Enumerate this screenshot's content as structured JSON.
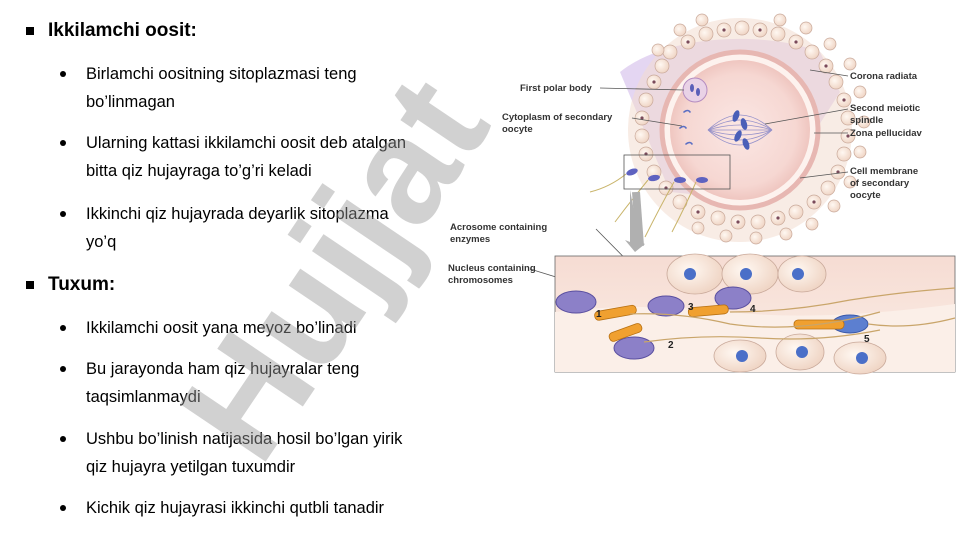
{
  "sections": [
    {
      "heading": "Ikkilamchi oosit:",
      "items": [
        "Birlamchi oositning sitoplazmasi teng bo’linmagan",
        "Ularning kattasi ikkilamchi oosit deb atalgan bitta qiz hujayraga to’g’ri keladi",
        "Ikkinchi qiz hujayrada deyarlik sitoplazma yo’q"
      ]
    },
    {
      "heading": "Tuxum:",
      "items": [
        "Ikkilamchi oosit yana meyoz bo’linadi",
        "Bu jarayonda ham qiz hujayralar teng taqsimlanmaydi",
        "Ushbu bo’linish natijasida hosil bo’lgan yirik qiz hujayra yetilgan tuxumdir",
        "Kichik qiz hujayrasi ikkinchi qutbli tanadir"
      ]
    }
  ],
  "figure": {
    "labels": {
      "first_polar_body": "First polar body",
      "cytoplasm_line1": "Cytoplasm of secondary",
      "cytoplasm_line2": "oocyte",
      "corona_radiata": "Corona radiata",
      "second_meiotic_line1": "Second meiotic",
      "second_meiotic_line2": "spindle",
      "zona_pellucida": "Zona pellucidav",
      "cell_membrane_line1": "Cell membrane",
      "cell_membrane_line2": "of secondary",
      "cell_membrane_line3": "oocyte",
      "acrosome_line1": "Acrosome containing",
      "acrosome_line2": "enzymes",
      "nucleus_line1": "Nucleus containing",
      "nucleus_line2": "chromosomes"
    },
    "steps": [
      "1",
      "2",
      "3",
      "4",
      "5"
    ]
  },
  "watermark": "Hujjat"
}
